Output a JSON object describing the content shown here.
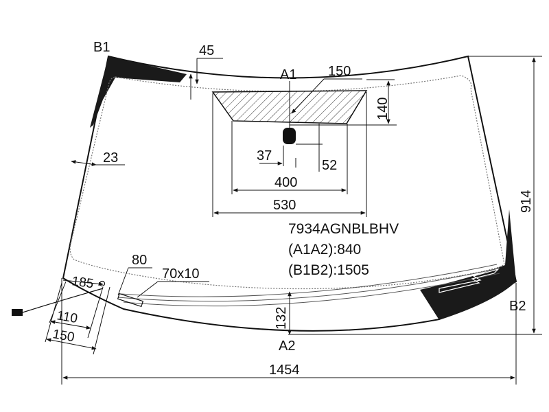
{
  "part_code": "7934AGNBLBHV",
  "a1a2": "(A1A2):840",
  "b1b2": "(B1B2):1505",
  "points": {
    "a1": "A1",
    "a2": "A2",
    "b1": "B1",
    "b2": "B2"
  },
  "dimensions": {
    "d45": "45",
    "d150_top": "150",
    "d140": "140",
    "d23": "23",
    "d37": "37",
    "d52": "52",
    "d400": "400",
    "d530": "530",
    "d914": "914",
    "d80": "80",
    "d70x10": "70x10",
    "d185": "185",
    "d110": "110",
    "d150_bottom": "150",
    "d132": "132",
    "d1454": "1454"
  },
  "colors": {
    "line": "#111111",
    "shade": "#1a1a1a",
    "dotted": "#777777"
  }
}
